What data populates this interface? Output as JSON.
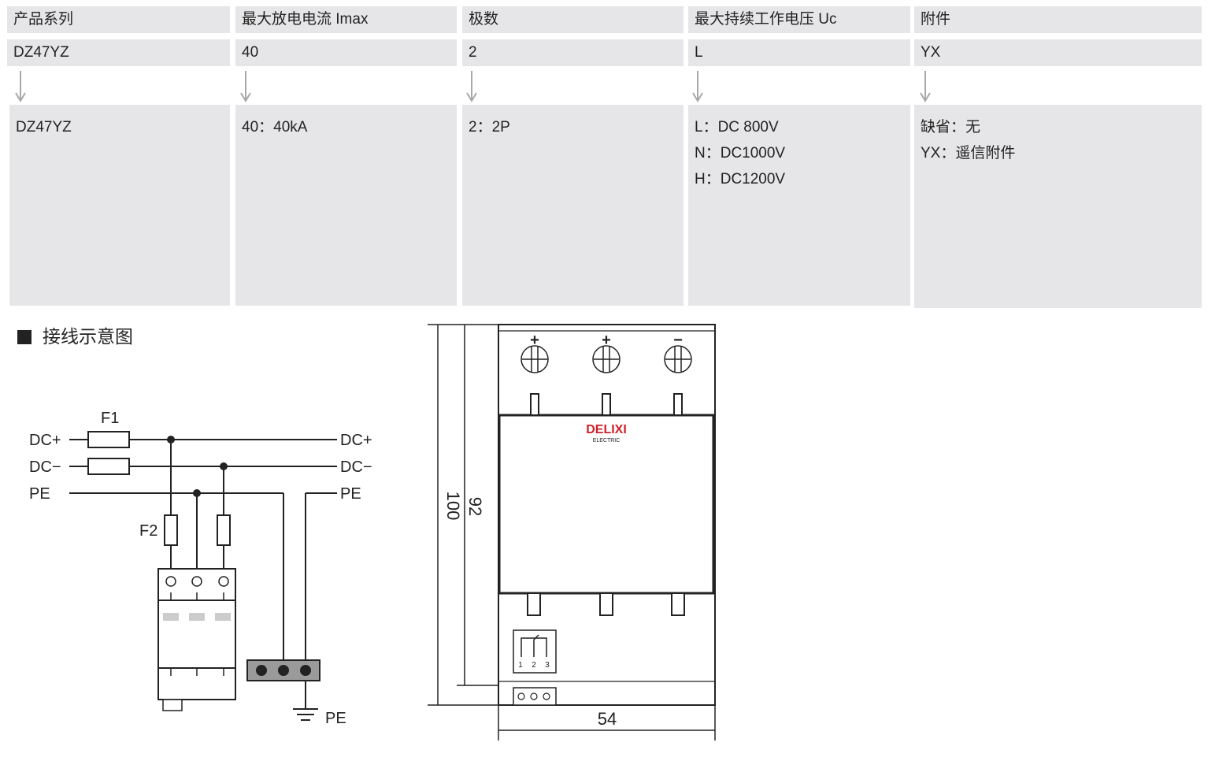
{
  "table": {
    "columns": [
      {
        "header": "产品系列",
        "code": "DZ47YZ",
        "options": [
          "DZ47YZ"
        ]
      },
      {
        "header": "最大放电电流 Imax",
        "code": "40",
        "options": [
          "40：40kA"
        ]
      },
      {
        "header": "极数",
        "code": "2",
        "options": [
          "2：2P"
        ]
      },
      {
        "header": "最大持续工作电压 Uc",
        "code": "L",
        "options": [
          "L：DC 800V",
          "N：DC1000V",
          "H：DC1200V"
        ]
      },
      {
        "header": "附件",
        "code": "YX",
        "options": [
          "缺省：无",
          "YX：遥信附件"
        ]
      }
    ]
  },
  "wiring": {
    "section_title": "接线示意图",
    "labels": {
      "fuse_1": "F1",
      "fuse_2": "F2",
      "dc_plus_in": "DC+",
      "dc_minus_in": "DC−",
      "pe_in": "PE",
      "dc_plus_out": "DC+",
      "dc_minus_out": "DC−",
      "pe_out": "PE",
      "ground": "PE"
    }
  },
  "dimensions": {
    "height_total": "100",
    "height_body": "92",
    "width": "54",
    "terminal_plus_1": "+",
    "terminal_plus_2": "+",
    "terminal_minus": "−",
    "brand": "DELIXI",
    "brand_sub": "ELECTRIC",
    "contact_1": "1",
    "contact_2": "2",
    "contact_3": "3"
  },
  "colors": {
    "cell_bg": "#e6e6e8",
    "brand_red": "#d0202a",
    "line": "#222222",
    "arrow": "#a8a8a8"
  }
}
